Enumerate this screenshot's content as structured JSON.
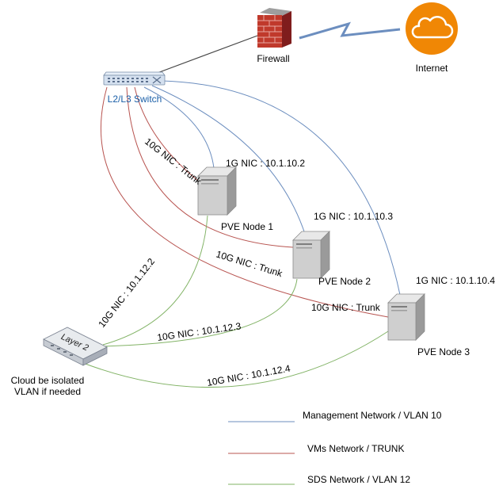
{
  "nodes": {
    "firewall": "Firewall",
    "internet": "Internet",
    "switch": "L2/L3 Switch",
    "pve1": "PVE Node 1",
    "pve2": "PVE Node 2",
    "pve3": "PVE Node 3",
    "layer2": "Layer 2",
    "cloud_note_line1": "Cloud be isolated",
    "cloud_note_line2": "VLAN if needed"
  },
  "links": {
    "mgmt1": "1G NIC : 10.1.10.2",
    "mgmt2": "1G NIC : 10.1.10.3",
    "mgmt3": "1G NIC : 10.1.10.4",
    "trunk1": "10G NIC : Trunk",
    "trunk2": "10G NIC : Trunk",
    "trunk3": "10G NIC : Trunk",
    "sds1": "10G NIC : 10.1.12.2",
    "sds2": "10G NIC : 10.1.12.3",
    "sds3": "10G NIC : 10.1.12.4"
  },
  "legend": [
    {
      "label": "Management Network / VLAN 10",
      "color": "#6c8ebf"
    },
    {
      "label": "VMs Network / TRUNK",
      "color": "#b85450"
    },
    {
      "label": "SDS Network / VLAN 12",
      "color": "#82b366"
    }
  ],
  "colors": {
    "management": "#6c8ebf",
    "vms": "#b85450",
    "sds": "#82b366",
    "internet": "#f08705",
    "firewall": "#c0392b"
  }
}
